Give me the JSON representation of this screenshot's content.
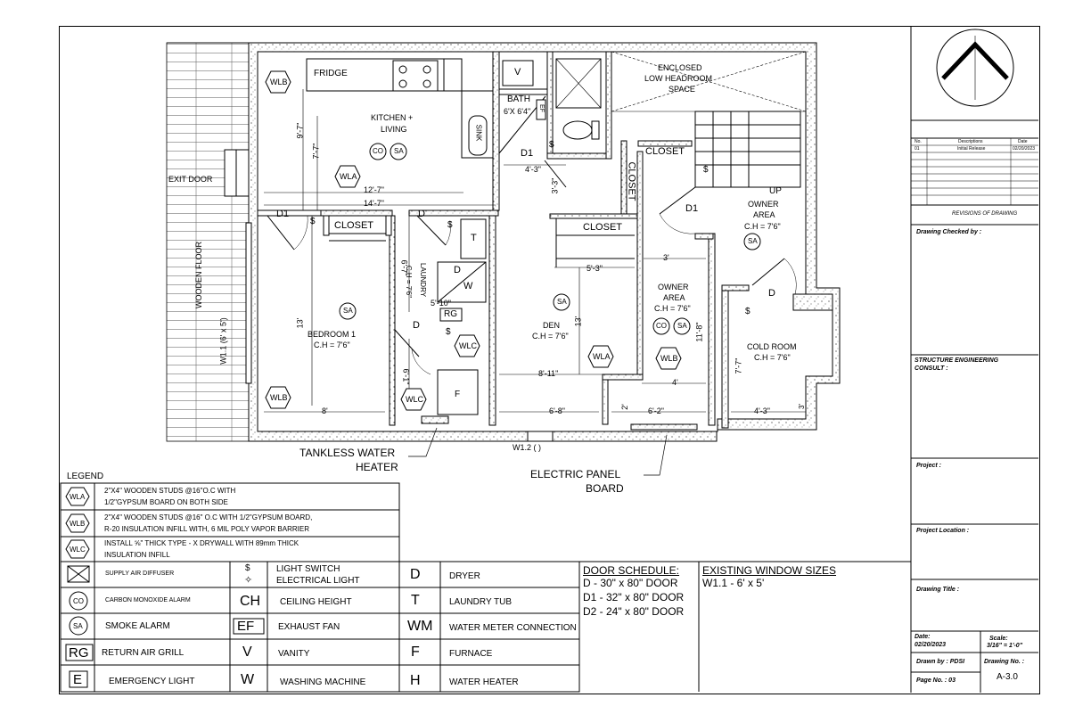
{
  "plan": {
    "rooms": {
      "kitchen_line1": "KITCHEN +",
      "kitchen_line2": "LIVING",
      "fridge": "FRIDGE",
      "sink": "SINK",
      "bath": "BATH",
      "bath_size": "6'X 6'4\"",
      "enclosed_1": "ENCLOSED",
      "enclosed_2": "LOW HEADROOM",
      "enclosed_3": "SPACE",
      "closet": "CLOSET",
      "up": "UP",
      "owner_area": "OWNER",
      "area": "AREA",
      "ch_76": "C.H = 7'6\"",
      "bedroom1": "BEDROOM 1",
      "laundry": "LAUNDRY",
      "laundry_ch": "C.H = 7'6\"",
      "den": "DEN",
      "cold_room": "COLD ROOM",
      "wooden_floor": "WOODEN FLOOR",
      "exit_door": "EXIT DOOR",
      "window_w11": "W1.1 (6' x 5')",
      "window_w12": "W1.2 ( )"
    },
    "tags": {
      "wla": "WLA",
      "wlb": "WLB",
      "wlc": "WLC",
      "co": "CO",
      "sa": "SA",
      "rg": "RG",
      "ef": "EF",
      "v": "V",
      "t": "T",
      "d": "D",
      "w": "W",
      "f": "F",
      "d1": "D1",
      "switch": "$"
    },
    "dims": {
      "d_9_7": "9'-7\"",
      "d_7_7": "7'-7\"",
      "d_12_7": "12'-7\"",
      "d_14_7": "14'-7\"",
      "d_4_3": "4'-3\"",
      "d_3_3": "3'-3\"",
      "d_5_3": "5'-3\"",
      "d_3": "3'",
      "d_13": "13'",
      "d_8": "8'",
      "d_6_7": "6'-7\"",
      "d_5_10": "5'-10\"",
      "d_6_1": "6'-1\"",
      "d_8_11": "8'-11\"",
      "d_6_8": "6'-8\"",
      "d_6_2": "6'-2\"",
      "d_2": "2'",
      "d_4": "4'",
      "d_11_8": "11'-8\"",
      "d_7_7b": "7'-7\"",
      "d_4_3b": "4'-3\"",
      "d_3b": "3'"
    },
    "callouts": {
      "tankless_1": "TANKLESS WATER",
      "tankless_2": "HEATER",
      "panel_1": "ELECTRIC PANEL",
      "panel_2": "BOARD"
    }
  },
  "legend": {
    "title": "LEGEND",
    "walls": [
      {
        "tag": "WLA",
        "line1": "2\"X4\" WOODEN STUDS @16\"O.C WITH",
        "line2": "1/2\"GYPSUM BOARD ON BOTH SIDE"
      },
      {
        "tag": "WLB",
        "line1": "2\"X4\" WOODEN STUDS @16\" O.C WITH 1/2\"GYPSUM BOARD,",
        "line2": "R-20 INSULATION INFILL WITH, 6 MIL POLY VAPOR BARRIER"
      },
      {
        "tag": "WLC",
        "line1": "INSTALL ⅝\" THICK TYPE - X DRYWALL WITH 89mm THICK",
        "line2": "INSULATION INFILL"
      }
    ],
    "col1": [
      {
        "symbol": "",
        "label": "SUPPLY AIR DIFFUSER"
      },
      {
        "symbol": "CO",
        "label": "CARBON MONOXIDE ALARM"
      },
      {
        "symbol": "SA",
        "label": "SMOKE ALARM"
      },
      {
        "symbol": "RG",
        "label": "RETURN AIR GRILL"
      },
      {
        "symbol": "E",
        "label": "EMERGENCY LIGHT"
      }
    ],
    "col2": [
      {
        "symbol": "$",
        "symbol2": "✧",
        "label": "LIGHT SWITCH",
        "label2": "ELECTRICAL LIGHT"
      },
      {
        "symbol": "CH",
        "label": "CEILING HEIGHT"
      },
      {
        "symbol": "EF",
        "label": "EXHAUST FAN"
      },
      {
        "symbol": "V",
        "label": "VANITY"
      },
      {
        "symbol": "W",
        "label": "WASHING MACHINE"
      }
    ],
    "col3": [
      {
        "symbol": "D",
        "label": "DRYER"
      },
      {
        "symbol": "T",
        "label": "LAUNDRY TUB"
      },
      {
        "symbol": "WM",
        "label": "WATER METER CONNECTION"
      },
      {
        "symbol": "F",
        "label": "FURNACE"
      },
      {
        "symbol": "H",
        "label": "WATER HEATER"
      }
    ]
  },
  "door_schedule": {
    "title": "DOOR SCHEDULE:",
    "items": [
      "D - 30\" x 80\" DOOR",
      "D1 - 32\" x 80\" DOOR",
      "D2 - 24\" x 80\" DOOR"
    ]
  },
  "window_sizes": {
    "title": "EXISTING WINDOW SIZES",
    "items": [
      "W1.1 - 6' x 5'"
    ]
  },
  "title_block": {
    "rev_headers": [
      "No.",
      "Descriptions",
      "Date"
    ],
    "rev_row": [
      "01",
      "Initial Release",
      "02/20/2023"
    ],
    "revisions_label": "REVISIONS OF DRAWING",
    "checked_by": "Drawing Checked by :",
    "consult": "STRUCTURE ENGINEERING",
    "consult2": "CONSULT :",
    "project": "Project :",
    "project_location": "Project Location :",
    "drawing_title": "Drawing Title :",
    "date_label": "Date:",
    "date_value": "02/20/2023",
    "scale_label": "Scale:",
    "scale_value": "3/16\" = 1'-0\"",
    "drawn_by": "Drawn by : PDSI",
    "drawing_no_label": "Drawing No. :",
    "page_no": "Page No. : 03",
    "drawing_no": "A-3.0"
  }
}
